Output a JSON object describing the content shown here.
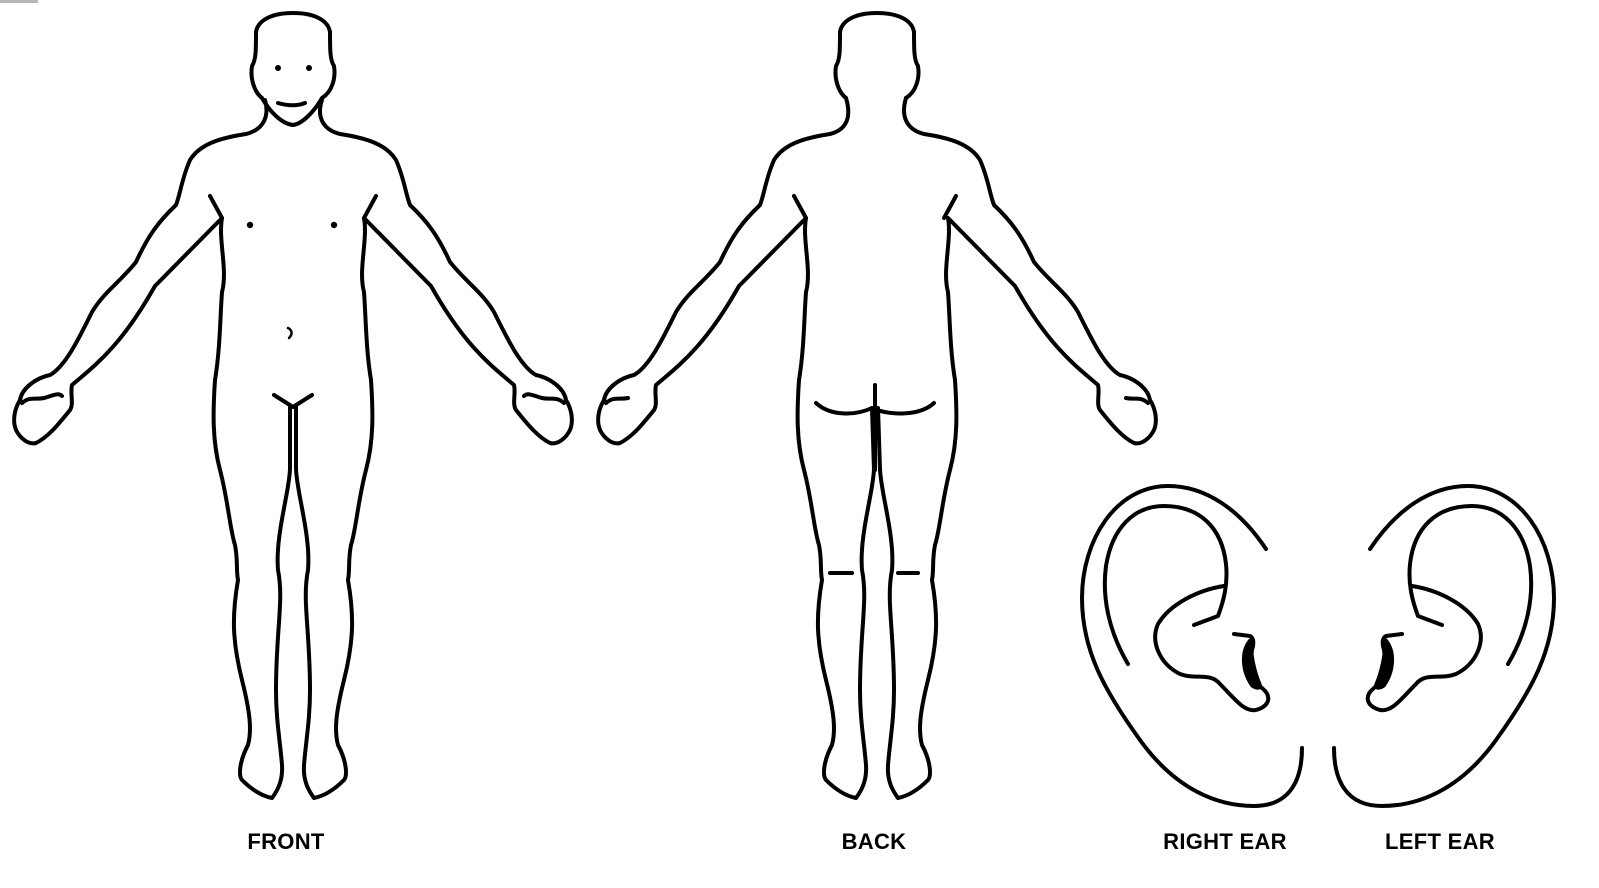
{
  "labels": {
    "front": "FRONT",
    "back": "BACK",
    "right_ear": "RIGHT EAR",
    "left_ear": "LEFT EAR"
  },
  "colors": {
    "stroke": "#000000",
    "background": "#ffffff"
  }
}
